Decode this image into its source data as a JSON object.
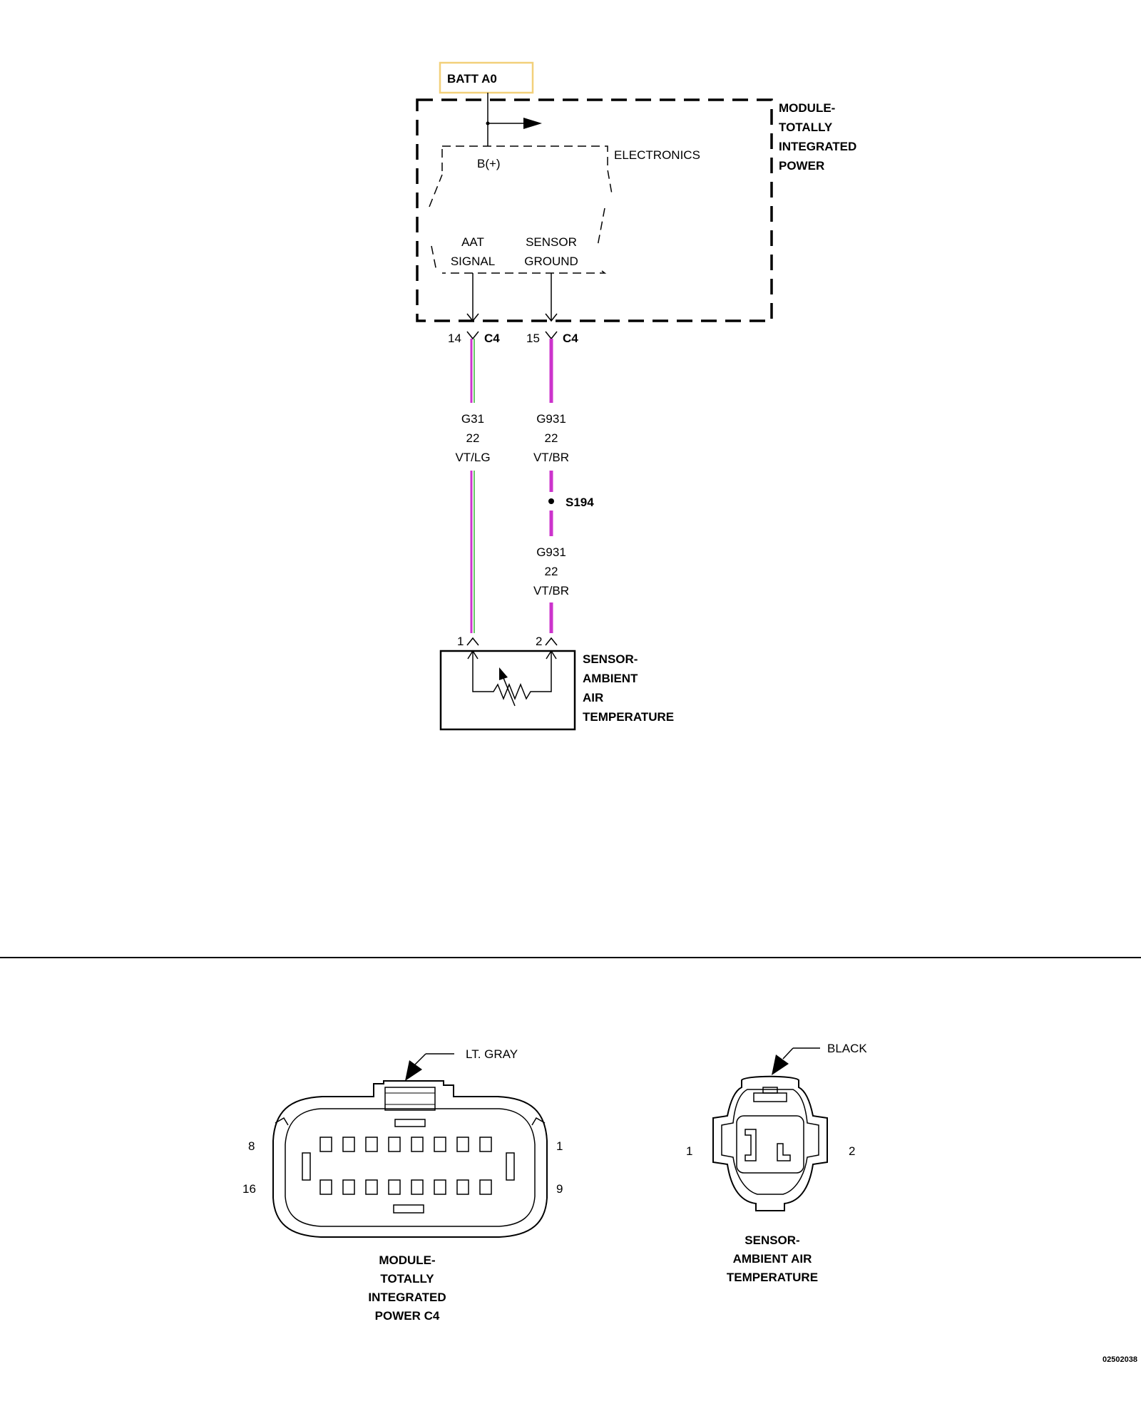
{
  "colors": {
    "violet": "#cc33cc",
    "light_green": "#66cc66",
    "batt_box_border": "#f2d07a",
    "line": "#000000"
  },
  "module": {
    "batt_label": "BATT A0",
    "name_lines": [
      "MODULE-",
      "TOTALLY",
      "INTEGRATED",
      "POWER"
    ],
    "electronics_label": "ELECTRONICS",
    "bplus_label": "B(+)",
    "aat_signal_lines": [
      "AAT",
      "SIGNAL"
    ],
    "sensor_ground_lines": [
      "SENSOR",
      "GROUND"
    ]
  },
  "wires": [
    {
      "pin": "14",
      "connector": "C4",
      "circuit": "G31",
      "gauge": "22",
      "color_code": "VT/LG",
      "sensor_pin": "1"
    },
    {
      "pin": "15",
      "connector": "C4",
      "circuit": "G931",
      "gauge": "22",
      "color_code": "VT/BR",
      "splice": "S194",
      "lower_circuit": "G931",
      "lower_gauge": "22",
      "lower_color_code": "VT/BR",
      "sensor_pin": "2"
    }
  ],
  "sensor": {
    "name_lines": [
      "SENSOR-",
      "AMBIENT",
      "AIR",
      "TEMPERATURE"
    ]
  },
  "connector_views": {
    "module_c4": {
      "color_label": "LT. GRAY",
      "pin_8": "8",
      "pin_1": "1",
      "pin_16": "16",
      "pin_9": "9",
      "name_lines": [
        "MODULE-",
        "TOTALLY",
        "INTEGRATED",
        "POWER C4"
      ]
    },
    "sensor": {
      "color_label": "BLACK",
      "pin_1": "1",
      "pin_2": "2",
      "name_lines": [
        "SENSOR-",
        "AMBIENT AIR",
        "TEMPERATURE"
      ]
    }
  },
  "figure_id": "02502038"
}
